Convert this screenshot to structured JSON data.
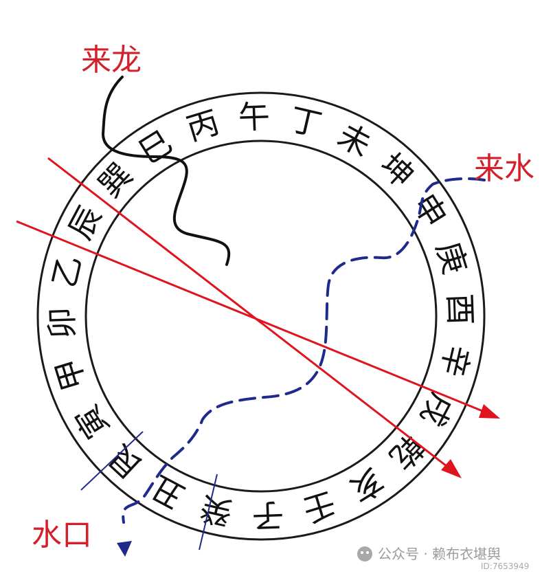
{
  "labels": {
    "coming_dragon": "来龙",
    "coming_water": "来水",
    "water_outlet": "水口"
  },
  "ring_characters": [
    "巳",
    "丙",
    "午",
    "丁",
    "未",
    "坤",
    "申",
    "庚",
    "酉",
    "辛",
    "戌",
    "乾",
    "亥",
    "壬",
    "子",
    "癸",
    "丑",
    "艮",
    "寅",
    "甲",
    "卯",
    "乙",
    "辰",
    "巽"
  ],
  "watermark": {
    "text": "公众号 · 赖布衣堪舆",
    "id_text": "ID:7653949"
  },
  "colors": {
    "direction_line": "#e0141e",
    "water_path": "#1f2a8c",
    "dragon_path": "#111111",
    "ring_stroke": "#1a1a1a",
    "label_red": "#d4202a",
    "watermark": "#8a8a8a"
  }
}
